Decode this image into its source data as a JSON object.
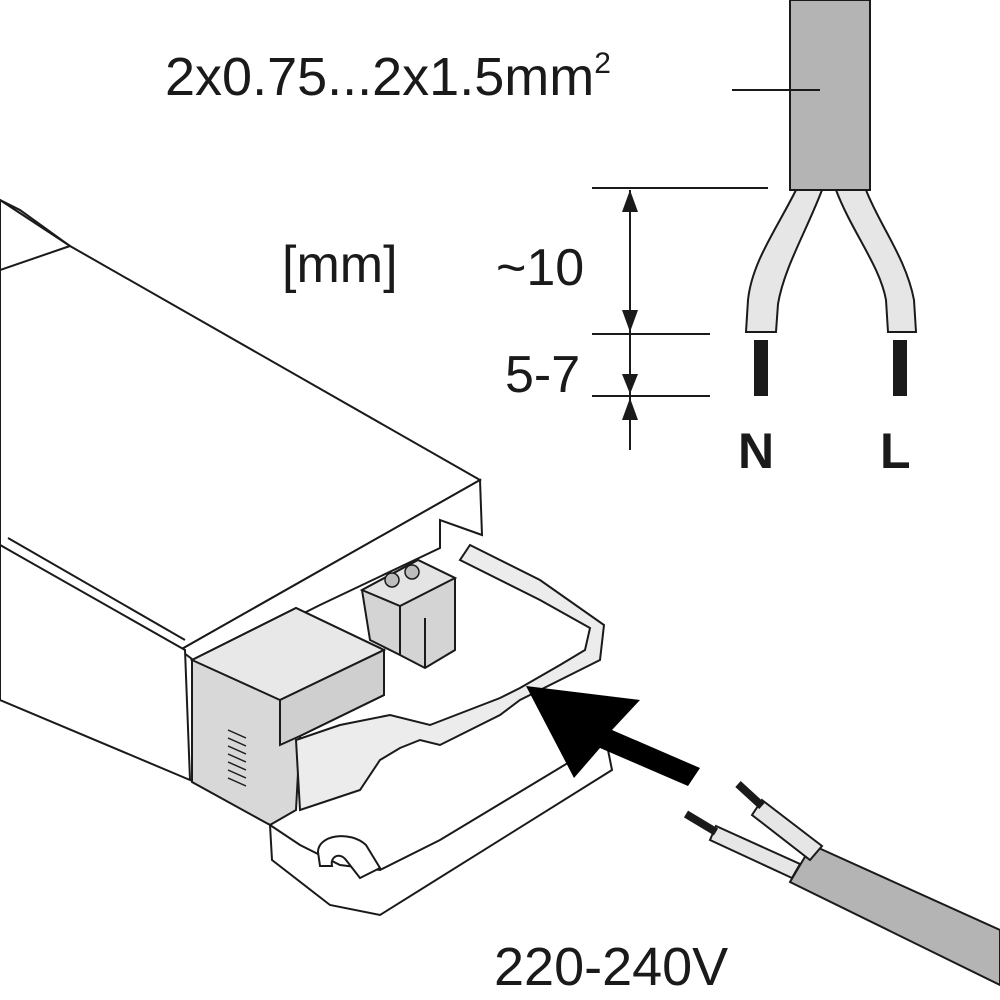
{
  "labels": {
    "wire_gauge_main": "2x0.75...2x1.5mm",
    "wire_gauge_sup": "2",
    "unit": "[mm]",
    "dim_sheath": "~10",
    "dim_strip": "5-7",
    "neutral": "N",
    "live": "L",
    "voltage": "220-240V"
  },
  "colors": {
    "cable_gray": "#b4b4b4",
    "insulation_light": "#e6e6e6",
    "conductor_black": "#1a1a1a",
    "housing_white": "#ffffff",
    "housing_shadow": "#d0d0d0",
    "arrow_black": "#000000"
  }
}
